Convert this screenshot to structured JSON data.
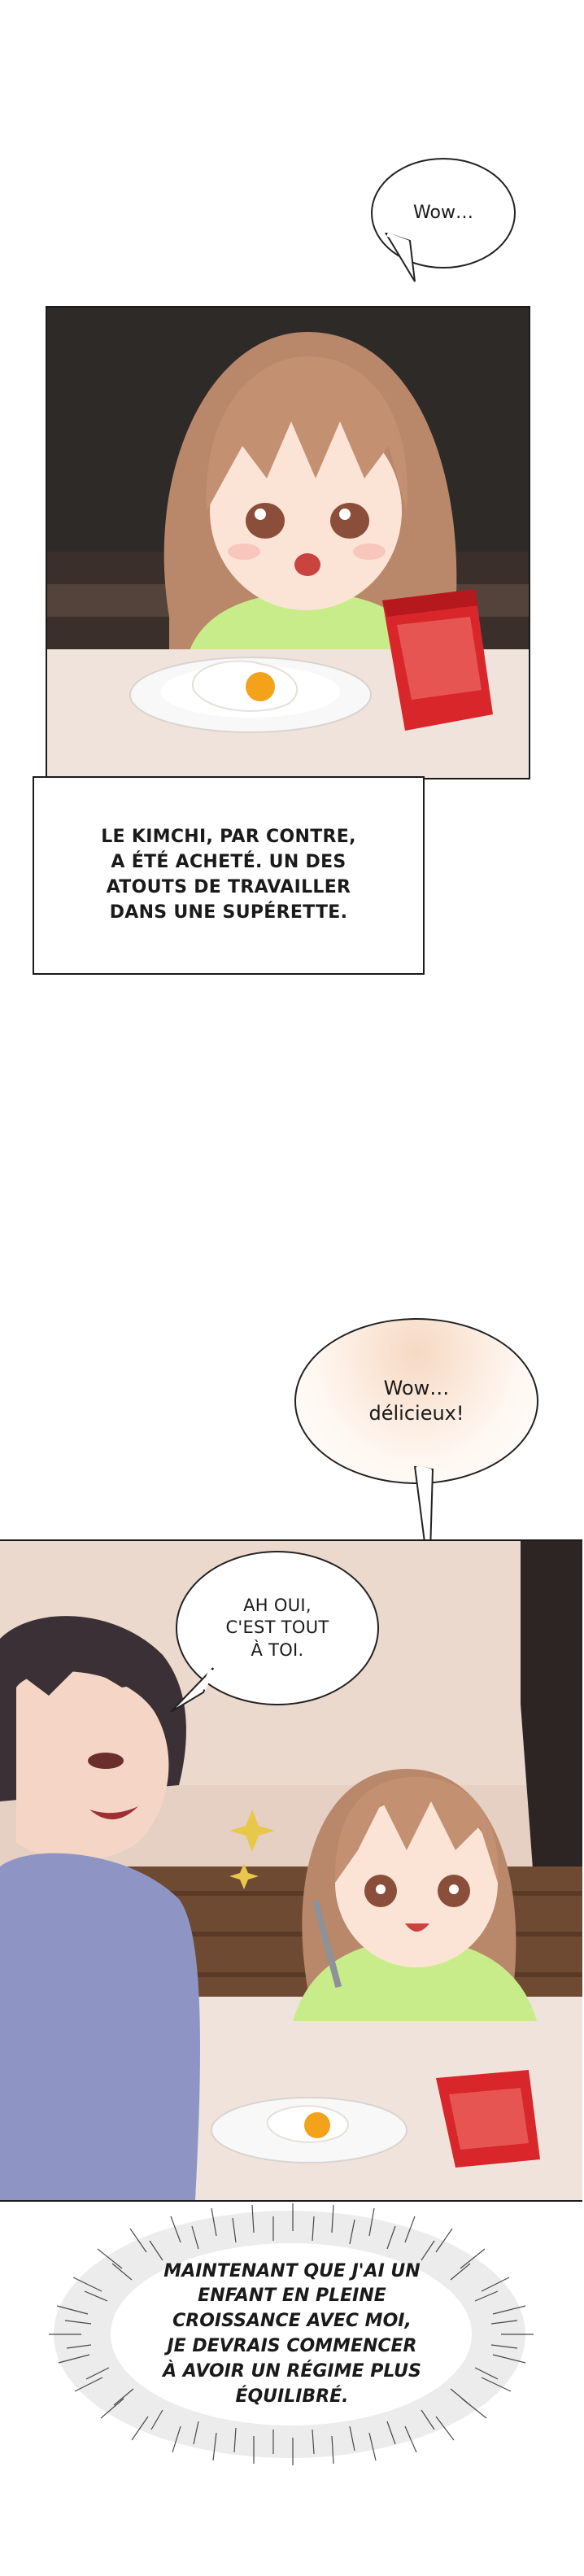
{
  "bubble_top": {
    "text": "Wow…"
  },
  "narration": {
    "text": "LE KIMCHI, PAR CONTRE,\nA ÉTÉ ACHETÉ. UN DES\nATOUTS DE TRAVAILLER\nDANS UNE SUPÉRETTE."
  },
  "bubble_delicious": {
    "text": "Wow…\ndélicieux!"
  },
  "bubble_man": {
    "text": "AH OUI,\nC'EST TOUT\nÀ TOI."
  },
  "thought_burst": {
    "text": "MAINTENANT QUE J'AI UN\nENFANT EN PLEINE\nCROISSANCE AVEC MOI,\nJE DEVRAIS COMMENCER\nÀ AVOIR UN RÉGIME PLUS\nÉQUILIBRÉ."
  },
  "colors": {
    "hair_girl": "#b9886a",
    "shirt_girl": "#c9ec8a",
    "table": "#efe3dc",
    "kimchi_bag": "#d8262b",
    "man_shirt": "#8e95c4",
    "man_hair": "#3b3036"
  }
}
